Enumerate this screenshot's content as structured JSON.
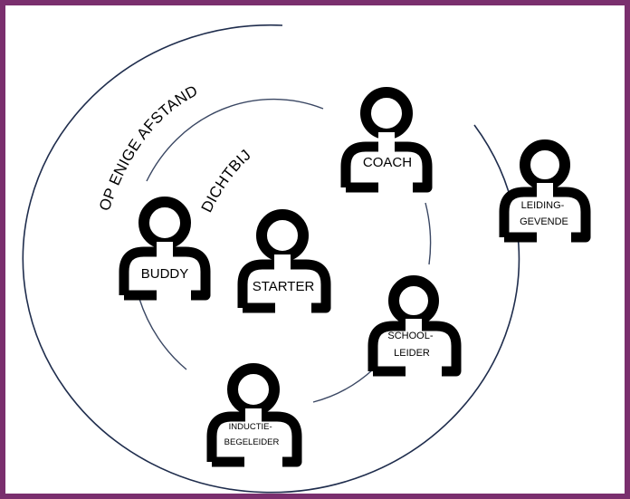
{
  "rings": {
    "outer_label": "OP ENIGE AFSTAND",
    "inner_label": "DICHTBIJ"
  },
  "people": [
    {
      "id": "coach",
      "lines": [
        "COACH"
      ]
    },
    {
      "id": "leidinggevende",
      "lines": [
        "LEIDING-",
        "GEVENDE"
      ]
    },
    {
      "id": "buddy",
      "lines": [
        "BUDDY"
      ]
    },
    {
      "id": "starter",
      "lines": [
        "STARTER"
      ]
    },
    {
      "id": "schoolleider",
      "lines": [
        "SCHOOL-",
        "LEIDER"
      ]
    },
    {
      "id": "inductiebegeleider",
      "lines": [
        "INDUCTIE-",
        "BEGELEIDER"
      ]
    }
  ]
}
